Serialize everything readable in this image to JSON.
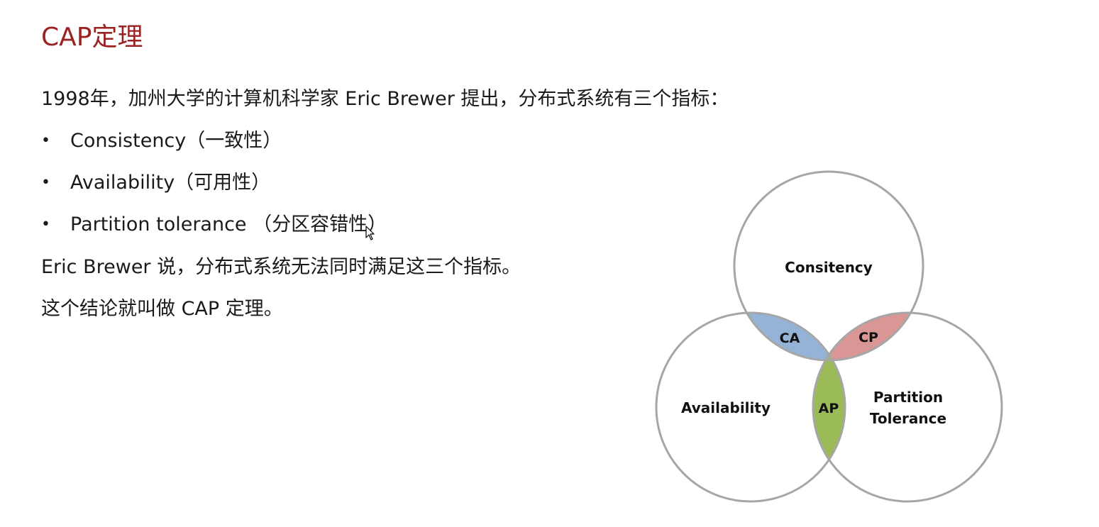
{
  "title": "CAP定理",
  "intro": "1998年，加州大学的计算机科学家 Eric Brewer 提出，分布式系统有三个指标：",
  "bullets": [
    {
      "marker": "•",
      "text": "Consistency（一致性）"
    },
    {
      "marker": "•",
      "text": "Availability（可用性）"
    },
    {
      "marker": "•",
      "text": "Partition tolerance （分区容错性）"
    }
  ],
  "conclusion_1": "Eric Brewer 说，分布式系统无法同时满足这三个指标。",
  "conclusion_2": "这个结论就叫做 CAP 定理。",
  "diagram": {
    "circles": {
      "consistency": "Consitency",
      "availability": "Availability",
      "partition_line1": "Partition",
      "partition_line2": "Tolerance"
    },
    "intersections": {
      "ca": "CA",
      "cp": "CP",
      "ap": "AP"
    },
    "colors": {
      "title": "#9b2222",
      "circle_stroke": "#a6a6a6",
      "ca": "#95b3d7",
      "cp": "#d99694",
      "ap": "#9bbb59"
    }
  }
}
